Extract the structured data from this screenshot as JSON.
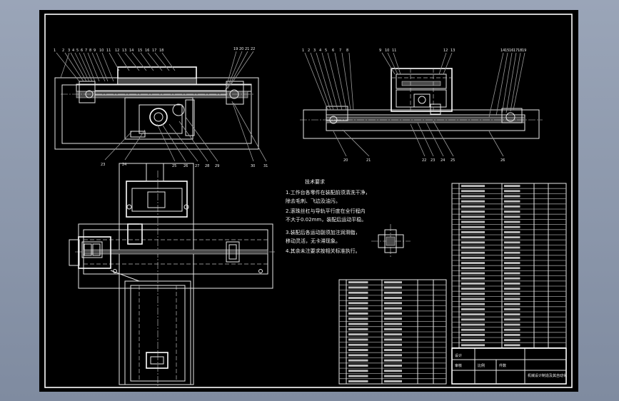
{
  "drawing": {
    "notes_title": "技术要求",
    "notes": [
      "1.工作台各零件在装配前须清洗干净，",
      "  除去毛刺、飞边及油污。",
      "2.滚珠丝杠与导轨平行度在全行程内",
      "  不大于0.02mm，装配后运动平稳。",
      "3.装配后各运动副须加注润滑脂，",
      "  移动灵活，无卡滞现象。",
      "4.其余未注要求按相关标准执行。"
    ],
    "table_right_rows": 32,
    "table_left_rows": 20,
    "title_block": {
      "company": "机械设计制造及其自动化",
      "label_scale": "比例",
      "label_qty": "件数",
      "label_design": "设计",
      "label_check": "审核"
    }
  },
  "colors": {
    "frame_bg": "#8e9aae",
    "sheet_bg": "#000000",
    "line": "#e8e8e8"
  }
}
